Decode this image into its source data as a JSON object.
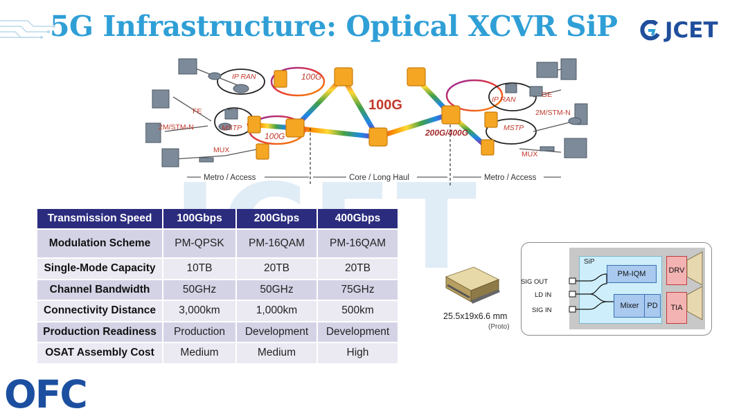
{
  "slide": {
    "title": "5G Infrastructure: Optical XCVR SiP",
    "logo_text": "JCET",
    "watermark": "JCET",
    "footer_logo": "OFC"
  },
  "network": {
    "labels": {
      "ip_ran_left": "IP RAN",
      "ip_ran_right": "IP RAN",
      "fe": "FE",
      "ge": "GE",
      "stm_left": "2M/STM-N",
      "stm_right": "2M/STM-N",
      "mstp_left": "MSTP",
      "mstp_right": "MSTP",
      "mux_left": "MUX",
      "mux_right": "MUX",
      "rate_top_left": "100G",
      "rate_bottom_left": "100G",
      "rate_core": "100G",
      "rate_right": "200G/400G"
    },
    "segments": {
      "left": "Metro / Access",
      "center": "Core / Long Haul",
      "right": "Metro / Access"
    }
  },
  "table": {
    "headers": [
      "Transmission Speed",
      "100Gbps",
      "200Gbps",
      "400Gbps"
    ],
    "rows": [
      [
        "Modulation Scheme",
        "PM-QPSK",
        "PM-16QAM",
        "PM-16QAM"
      ],
      [
        "Single-Mode Capacity",
        "10TB",
        "20TB",
        "20TB"
      ],
      [
        "Channel Bandwidth",
        "50GHz",
        "50GHz",
        "75GHz"
      ],
      [
        "Connectivity Distance",
        "3,000km",
        "1,000km",
        "500km"
      ],
      [
        "Production Readiness",
        "Production",
        "Development",
        "Development"
      ],
      [
        "OSAT Assembly Cost",
        "Medium",
        "Medium",
        "High"
      ]
    ]
  },
  "package": {
    "dimensions": "25.5x19x6.6 mm",
    "note": "(Proto)"
  },
  "sip_diagram": {
    "sip_label": "SiP",
    "pm_iqm": "PM-IQM",
    "mixer": "Mixer",
    "pd": "PD",
    "drv": "DRV",
    "tia": "TIA",
    "sig_out": "SIG OUT",
    "ld_in": "LD IN",
    "sig_in": "SIG IN"
  },
  "colors": {
    "title": "#2f9fd6",
    "logo": "#1f4e9c",
    "table_header": "#2b2c7e",
    "table_row_dark": "#d4d3e6",
    "table_row_light": "#ebeaf3",
    "net_label": "#c0392b",
    "core_label": "#c0392b"
  }
}
